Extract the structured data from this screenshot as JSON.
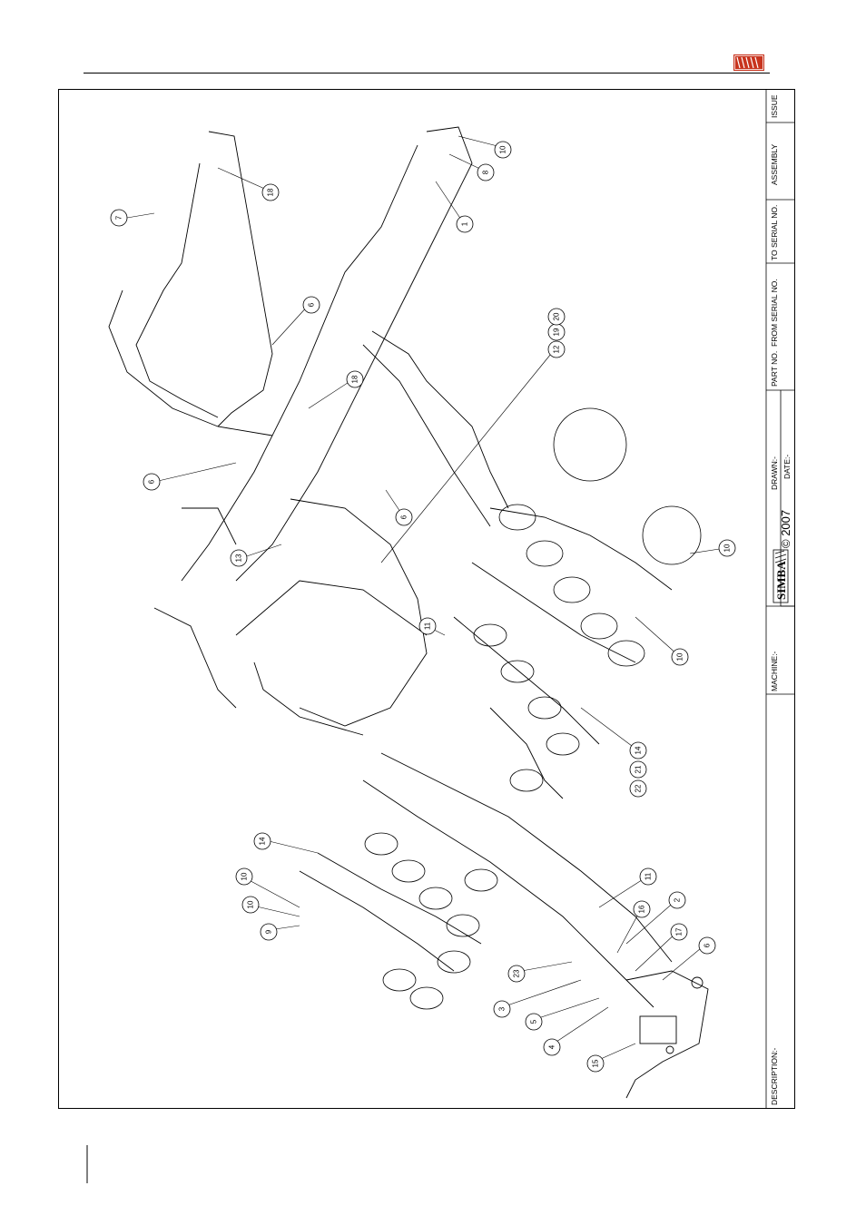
{
  "brand": {
    "logo_text": "SIMBA",
    "accent_color": "#c8341e"
  },
  "title_block": {
    "description_label": "DESCRIPTION:-",
    "machine_label": "MACHINE:-",
    "drawn_label": "DRAWN:-",
    "date_label": "DATE:-",
    "part_no_label": "PART NO.",
    "from_serial_label": "FROM SERIAL NO.",
    "to_serial_label": "TO SERIAL NO.",
    "assembly_label": "ASSEMBLY",
    "issue_label": "ISSUE",
    "logo_text": "SIMBA",
    "copyright": "© 2007"
  },
  "callouts": [
    {
      "id": "c1",
      "label": "1"
    },
    {
      "id": "c8",
      "label": "8"
    },
    {
      "id": "c10a",
      "label": "10"
    },
    {
      "id": "c18a",
      "label": "18"
    },
    {
      "id": "c7",
      "label": "7"
    },
    {
      "id": "c6a",
      "label": "6"
    },
    {
      "id": "c12",
      "label": "12"
    },
    {
      "id": "c19",
      "label": "19"
    },
    {
      "id": "c20",
      "label": "20"
    },
    {
      "id": "c18b",
      "label": "18"
    },
    {
      "id": "c6b",
      "label": "6"
    },
    {
      "id": "c6c",
      "label": "6"
    },
    {
      "id": "c13",
      "label": "13"
    },
    {
      "id": "c10b",
      "label": "10"
    },
    {
      "id": "c11a",
      "label": "11"
    },
    {
      "id": "c10c",
      "label": "10"
    },
    {
      "id": "c14a",
      "label": "14"
    },
    {
      "id": "c21",
      "label": "21"
    },
    {
      "id": "c22",
      "label": "22"
    },
    {
      "id": "c14b",
      "label": "14"
    },
    {
      "id": "c10d",
      "label": "10"
    },
    {
      "id": "c10e",
      "label": "10"
    },
    {
      "id": "c9",
      "label": "9"
    },
    {
      "id": "c11b",
      "label": "11"
    },
    {
      "id": "c2",
      "label": "2"
    },
    {
      "id": "c16",
      "label": "16"
    },
    {
      "id": "c17",
      "label": "17"
    },
    {
      "id": "c6d",
      "label": "6"
    },
    {
      "id": "c23",
      "label": "23"
    },
    {
      "id": "c3",
      "label": "3"
    },
    {
      "id": "c5",
      "label": "5"
    },
    {
      "id": "c4",
      "label": "4"
    },
    {
      "id": "c15",
      "label": "15"
    }
  ]
}
